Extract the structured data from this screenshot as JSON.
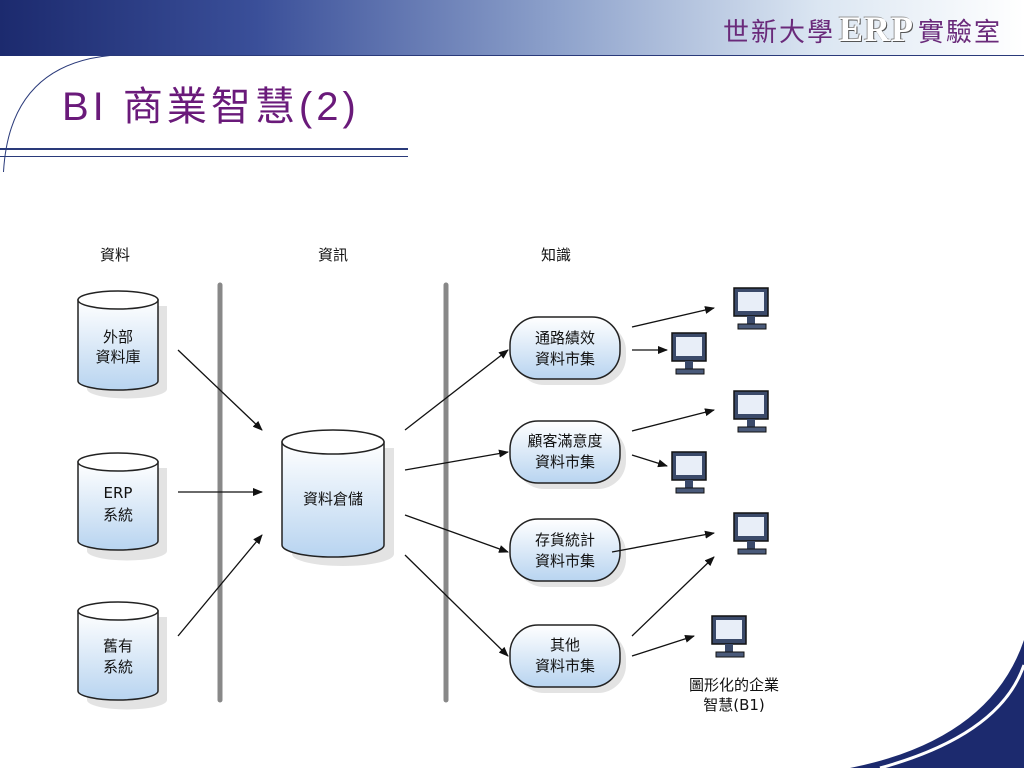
{
  "header": {
    "brand_prefix": "世新大學",
    "brand_erp": "ERP",
    "brand_suffix": "實驗室",
    "title": "BI 商業智慧(2)"
  },
  "diagram": {
    "columns": [
      "資料",
      "資訊",
      "知識"
    ],
    "sources": [
      {
        "line1": "外部",
        "line2": "資料庫"
      },
      {
        "line1": "ERP",
        "line2": "系統"
      },
      {
        "line1": "舊有",
        "line2": "系統"
      }
    ],
    "warehouse": "資料倉儲",
    "marts": [
      {
        "line1": "通路績效",
        "line2": "資料市集"
      },
      {
        "line1": "顧客滿意度",
        "line2": "資料市集"
      },
      {
        "line1": "存貨統計",
        "line2": "資料市集"
      },
      {
        "line1": "其他",
        "line2": "資料市集"
      }
    ],
    "caption_line1": "圖形化的企業",
    "caption_line2": "智慧(B1)"
  }
}
